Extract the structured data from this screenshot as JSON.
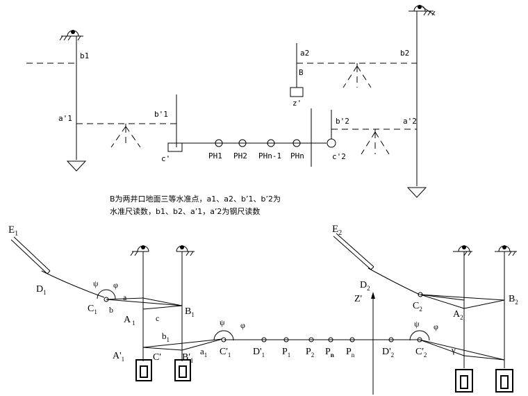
{
  "top": {
    "labels": {
      "b1": "b1",
      "a1p": "a'1",
      "b1p": "b'1",
      "cp": "c'",
      "ph1": "PH1",
      "ph2": "PH2",
      "phn1": "PHn-1",
      "phn": "PHn",
      "c2p": "c'2",
      "b2p": "b'2",
      "a2p": "a'2",
      "a2": "a2",
      "b2": "b2",
      "B": "B",
      "z": "z'"
    },
    "caption_line1": "B为两井口地面三等水准点，a1、a2、b’1、b’2为",
    "caption_line2": "水准尺读数，b1、b2、a’1，a’2为钢尺读数"
  },
  "bottom": {
    "labels": {
      "E1": "E",
      "E1_sub": "1",
      "D1": "D",
      "D1_sub": "1",
      "psi1": "ψ",
      "phi1": "φ",
      "C1": "C",
      "C1_sub": "1",
      "a": "a",
      "b": "b",
      "A1": "A",
      "A1_sub": "1",
      "c": "c",
      "B1": "B",
      "B1_sub": "1",
      "b1": "b",
      "b1_sub": "1",
      "A1p": "A'",
      "A1p_sub": "1",
      "Cp": "C'",
      "B1p": "B'",
      "B1p_sub": "1",
      "a1": "a",
      "a1_sub": "1",
      "psi2": "ψ",
      "phi2": "φ",
      "C1p": "C'",
      "C1p_sub": "1",
      "D1p": "D'",
      "D1p_sub": "1",
      "P1": "P",
      "P1_sub": "1",
      "P2": "P",
      "P2_sub": "2",
      "Pn1": "P",
      "Pn1_sub": "n",
      "Pn": "P",
      "Pn_sub": "n",
      "D2": "D",
      "D2_sub": "2",
      "Zp": "Z'",
      "E2": "E",
      "E2_sub": "2",
      "C2": "C",
      "C2_sub": "2",
      "A2": "A",
      "A2_sub": "2",
      "B2": "B",
      "B2_sub": "2",
      "D2p": "D'",
      "D2p_sub": "2",
      "psi3": "ψ",
      "phi3": "φ",
      "C2p": "C'",
      "C2p_sub": "2",
      "gamma": "γ"
    }
  }
}
